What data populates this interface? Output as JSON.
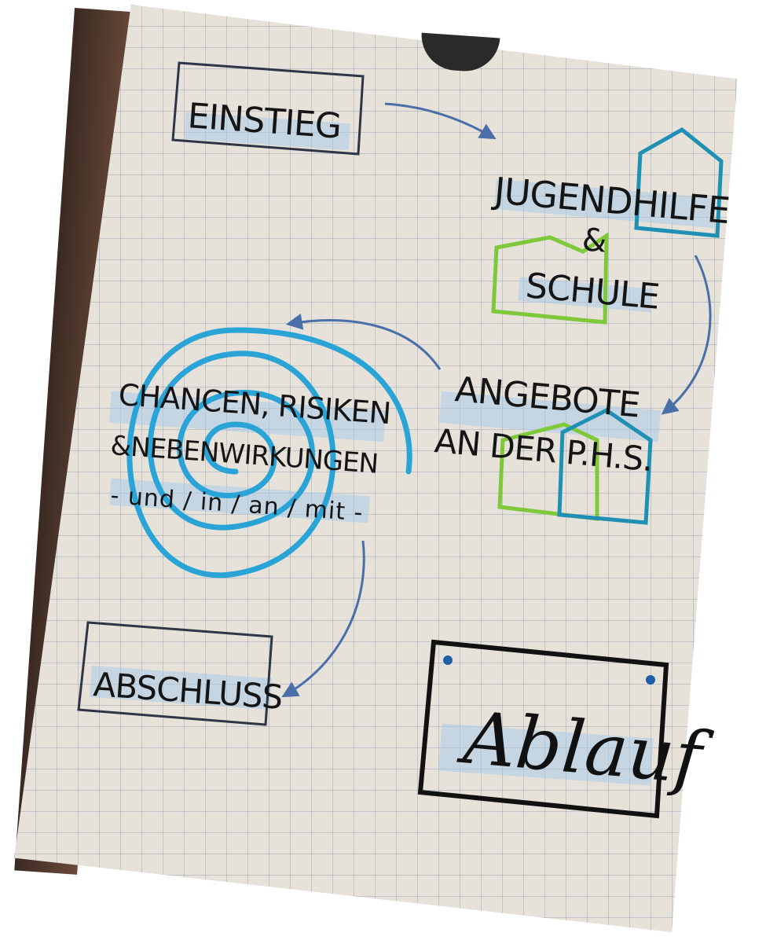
{
  "flipchart": {
    "einstieg": "EINSTIEG",
    "jugendhilfe": "JUGENDHILFE",
    "ampersand": "&",
    "schule": "SCHULE",
    "angebote_line1": "ANGEBOTE",
    "angebote_line2": "AN DER P.H.S.",
    "chancen_line1": "CHANCEN, RISIKEN",
    "chancen_line2": "&NEBENWIRKUNGEN",
    "chancen_line3": "- und / in / an / mit -",
    "abschluss": "ABSCHLUSS",
    "title": "Ablauf"
  },
  "colors": {
    "paper": "#e6e2da",
    "grid": "#8aa0b4",
    "ink_black": "#151515",
    "marker_teal": "#1f8fb3",
    "marker_green": "#7ec83a",
    "highlight_blue": "#a9cbe8",
    "arrow_blue": "#4a6fa8",
    "spiral_blue": "#2aa3d6"
  },
  "icons": [
    "house-outline-teal",
    "house-outline-green",
    "spiral",
    "curved-arrow",
    "pin-dot"
  ]
}
